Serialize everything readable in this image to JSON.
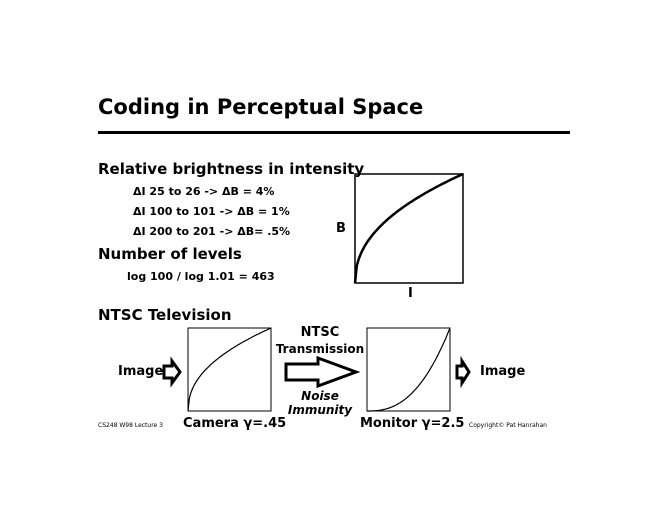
{
  "title": "Coding in Perceptual Space",
  "section1": {
    "heading": "Relative brightness in intensity",
    "lines": [
      "ΔI 25 to 26 -> ΔB = 4%",
      "ΔI 100 to 101 -> ΔB = 1%",
      "ΔI 200 to 201 -> ΔB= .5%"
    ]
  },
  "section2": {
    "heading": "Number of levels",
    "formula": "log 100 / log 1.01 = 463"
  },
  "graph": {
    "y_label": "B",
    "x_label": "I"
  },
  "section3": {
    "heading": "NTSC Television",
    "input_label": "Image",
    "output_label": "Image",
    "transmission_line1": "NTSC",
    "transmission_line2": "Transmission",
    "noise_line1": "Noise",
    "noise_line2": "Immunity",
    "camera_label": "Camera γ=.45",
    "monitor_label": "Monitor γ=2.5"
  },
  "footer": {
    "left": "CS248 W98 Lecture 3",
    "right": "Copyright© Pat Hanrahan"
  }
}
